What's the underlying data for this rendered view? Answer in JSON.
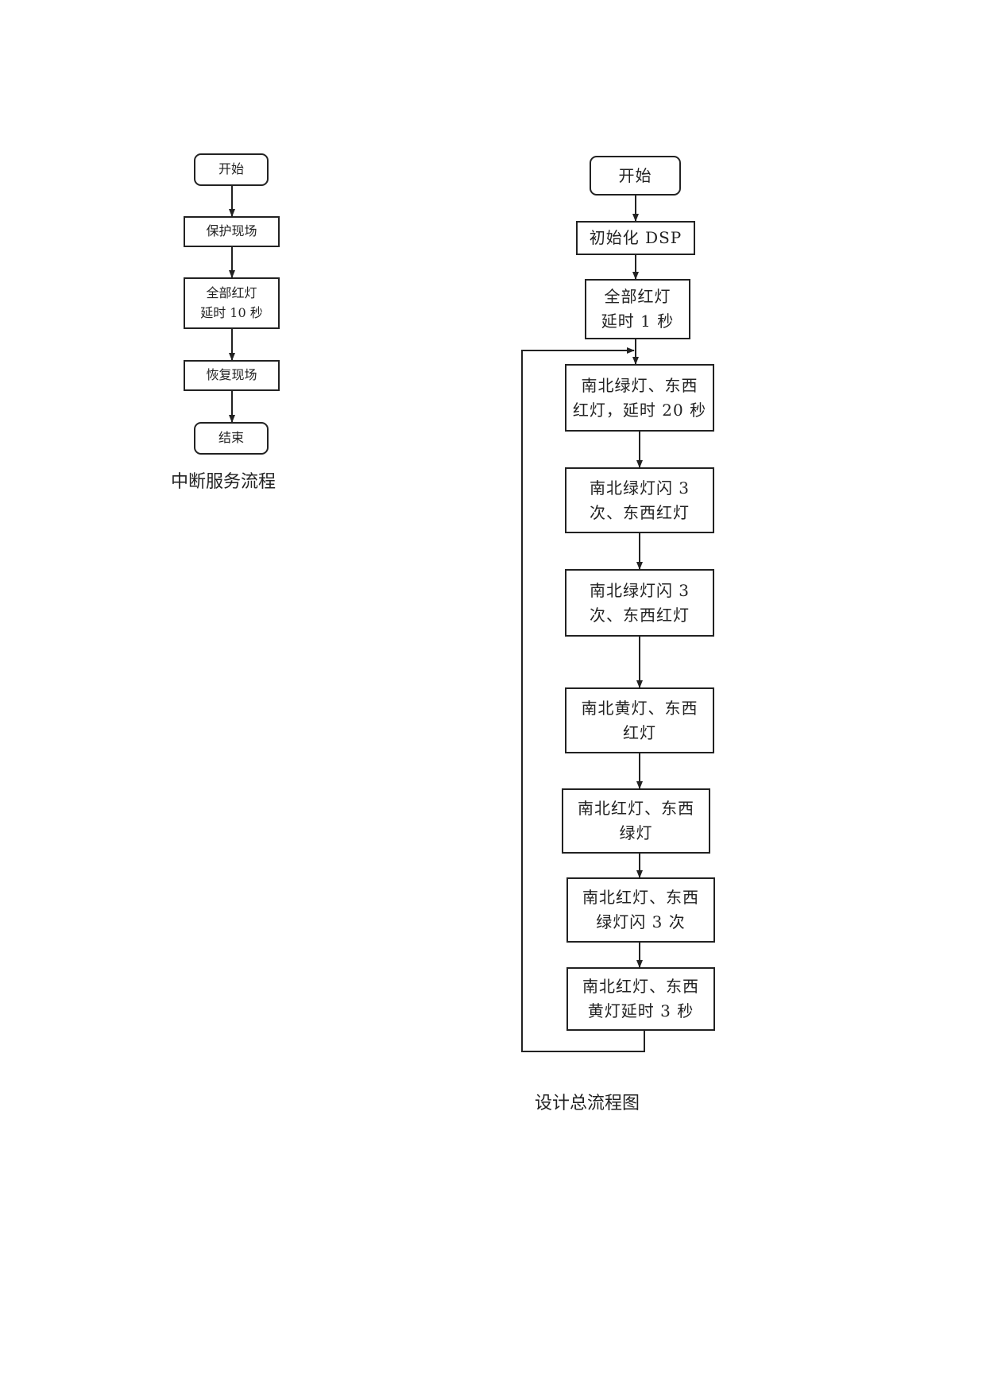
{
  "isr_flow": {
    "caption": "中断服务流程",
    "nodes": [
      {
        "id": "isr-start",
        "kind": "terminator",
        "text": "开始"
      },
      {
        "id": "isr-save",
        "kind": "process",
        "text": "保护现场"
      },
      {
        "id": "isr-all-red",
        "kind": "process",
        "text": "全部红灯\n延时 10 秒"
      },
      {
        "id": "isr-restore",
        "kind": "process",
        "text": "恢复现场"
      },
      {
        "id": "isr-end",
        "kind": "terminator",
        "text": "结束"
      }
    ]
  },
  "main_flow": {
    "caption": "设计总流程图",
    "nodes": [
      {
        "id": "main-start",
        "kind": "terminator",
        "text": "开始"
      },
      {
        "id": "init-dsp",
        "kind": "process",
        "text": "初始化 DSP"
      },
      {
        "id": "all-red-1s",
        "kind": "process",
        "text": "全部红灯\n延时 1 秒"
      },
      {
        "id": "ns-green-20s",
        "kind": "process",
        "text": "南北绿灯、东西\n红灯，延时 20 秒"
      },
      {
        "id": "ns-green-flash-a",
        "kind": "process",
        "text": "南北绿灯闪 3\n次、东西红灯"
      },
      {
        "id": "ns-green-flash-b",
        "kind": "process",
        "text": "南北绿灯闪 3\n次、东西红灯"
      },
      {
        "id": "ns-yellow",
        "kind": "process",
        "text": "南北黄灯、东西\n红灯"
      },
      {
        "id": "ew-green",
        "kind": "process",
        "text": "南北红灯、东西\n绿灯"
      },
      {
        "id": "ew-green-flash",
        "kind": "process",
        "text": "南北红灯、东西\n绿灯闪 3 次"
      },
      {
        "id": "ew-yellow-3s",
        "kind": "process",
        "text": "南北红灯、东西\n黄灯延时 3 秒"
      }
    ],
    "loop_back": {
      "from": "ew-yellow-3s",
      "to": "ns-green-20s"
    }
  }
}
